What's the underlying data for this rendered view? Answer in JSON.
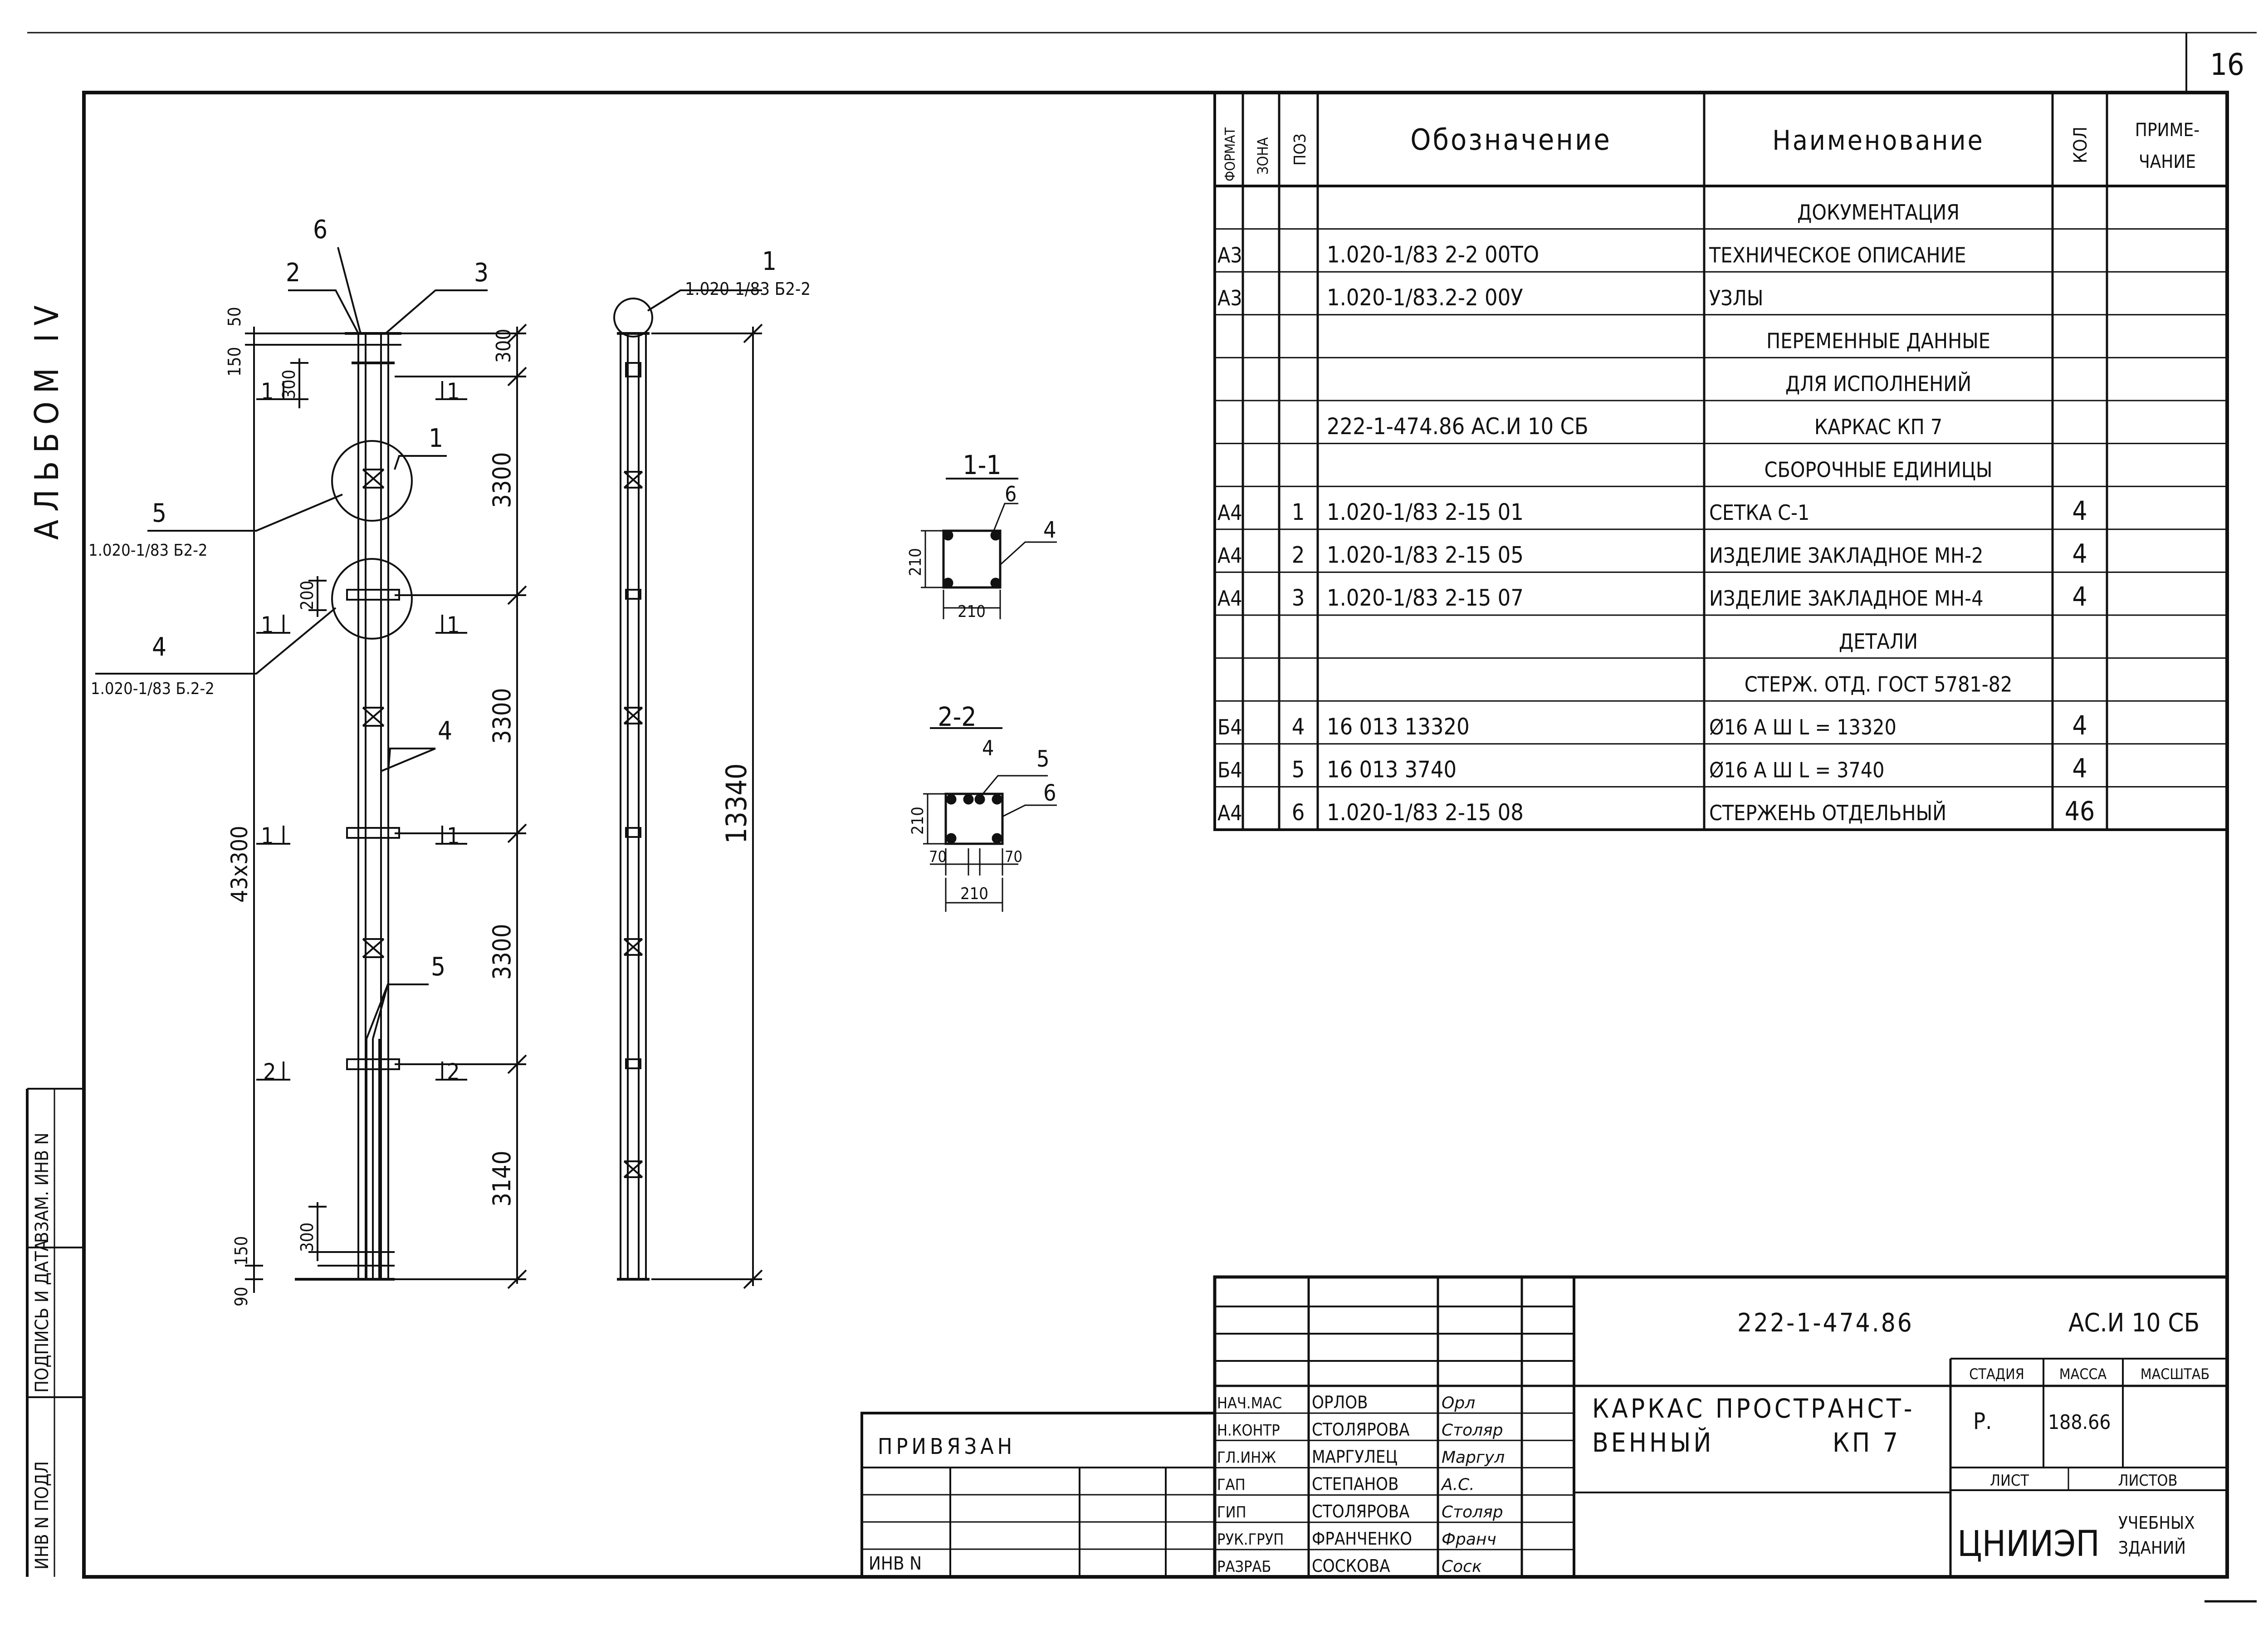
{
  "sheet": {
    "number": "16",
    "album": "АЛЬБОМ IV"
  },
  "spec": {
    "headers": {
      "format": "ФОРМАТ",
      "zone": "ЗОНА",
      "pos": "ПОЗ",
      "designation": "Обозначение",
      "name": "Наименование",
      "qty": "КОЛ",
      "note_1": "ПРИМЕ-",
      "note_2": "ЧАНИЕ"
    },
    "rows": [
      {
        "format": "",
        "pos": "",
        "designation": "",
        "name": "ДОКУМЕНТАЦИЯ",
        "qty": ""
      },
      {
        "format": "А3",
        "pos": "",
        "designation": "1.020-1/83  2-2  00ТО",
        "name": "ТЕХНИЧЕСКОЕ ОПИСАНИЕ",
        "qty": ""
      },
      {
        "format": "А3",
        "pos": "",
        "designation": "1.020-1/83.2-2     00У",
        "name": "УЗЛЫ",
        "qty": ""
      },
      {
        "format": "",
        "pos": "",
        "designation": "",
        "name": "ПЕРЕМЕННЫЕ ДАННЫЕ",
        "qty": ""
      },
      {
        "format": "",
        "pos": "",
        "designation": "",
        "name": "ДЛЯ ИСПОЛНЕНИЙ",
        "qty": ""
      },
      {
        "format": "",
        "pos": "",
        "designation": "222-1-474.86    АС.И 10 СБ",
        "name": "КАРКАС  КП 7",
        "qty": ""
      },
      {
        "format": "",
        "pos": "",
        "designation": "",
        "name": "СБОРОЧНЫЕ ЕДИНИЦЫ",
        "qty": ""
      },
      {
        "format": "А4",
        "pos": "1",
        "designation": "1.020-1/83  2-15  01",
        "name": "СЕТКА  С-1",
        "qty": "4"
      },
      {
        "format": "А4",
        "pos": "2",
        "designation": "1.020-1/83  2-15  05",
        "name": "ИЗДЕЛИЕ ЗАКЛАДНОЕ МН-2",
        "qty": "4"
      },
      {
        "format": "А4",
        "pos": "3",
        "designation": "1.020-1/83  2-15  07",
        "name": "ИЗДЕЛИЕ ЗАКЛАДНОЕ МН-4",
        "qty": "4"
      },
      {
        "format": "",
        "pos": "",
        "designation": "",
        "name": "ДЕТАЛИ",
        "qty": ""
      },
      {
        "format": "",
        "pos": "",
        "designation": "",
        "name": "СТЕРЖ. ОТД. ГОСТ 5781-82",
        "qty": ""
      },
      {
        "format": "Б4",
        "pos": "4",
        "designation": "16 013      13320",
        "name": "Ø16 А Ш      L = 13320",
        "qty": "4"
      },
      {
        "format": "Б4",
        "pos": "5",
        "designation": "16 013      3740",
        "name": "Ø16 А Ш      L = 3740",
        "qty": "4"
      },
      {
        "format": "А4",
        "pos": "6",
        "designation": "1.020-1/83  2-15  08",
        "name": "СТЕРЖЕНЬ ОТДЕЛЬНЫЙ",
        "qty": "46"
      }
    ]
  },
  "drawing": {
    "leader_labels": [
      "6",
      "2",
      "3",
      "1",
      "5",
      "4",
      "4",
      "5"
    ],
    "ref_bottom_1": "1.020-1/83 Б2-2",
    "ref_bottom_2": "1.020-1/83 Б.2-2",
    "ref_top": "1.020-1/83 Б2-2",
    "top_dims": [
      "150",
      "50"
    ],
    "dim_300_top": "300",
    "dim_200": "200",
    "dim_300_bottom": "300",
    "dim_43x300": "43х300",
    "dim_150_90": [
      "150",
      "90"
    ],
    "right_dims": [
      "300",
      "3300",
      "3300",
      "3300",
      "3140"
    ],
    "total_length": "13340",
    "section_marks": [
      "1",
      "1",
      "1",
      "1",
      "1",
      "1",
      "2",
      "2"
    ]
  },
  "sections": {
    "s1": {
      "title": "1-1",
      "bar": "6",
      "leader": "4",
      "width": "210",
      "height": "210"
    },
    "s2": {
      "title": "2-2",
      "top_left": "4",
      "leader_5": "5",
      "leader_6": "6",
      "height": "210",
      "gap_left": "70",
      "gap_right": "70",
      "width": "210"
    }
  },
  "title_block": {
    "code": "222-1-474.86",
    "doc_code": "АС.И 10 СБ",
    "title_line1": "КАРКАС  ПРОСТРАНСТ-",
    "title_line2": "ВЕННЫЙ",
    "title_mark": "КП 7",
    "stage_label": "СТАДИЯ",
    "mass_label": "МАССА",
    "scale_label": "МАСШТАБ",
    "stage": "Р.",
    "mass": "188.66",
    "sheet_label": "ЛИСТ",
    "sheets_label": "ЛИСТОВ",
    "org": "ЦНИИЭП",
    "org_sub1": "УЧЕБНЫХ",
    "org_sub2": "ЗДАНИЙ",
    "roles": [
      {
        "role": "НАЧ.МАС",
        "name": "ОРЛОВ",
        "sign": "Орл"
      },
      {
        "role": "Н.КОНТР",
        "name": "СТОЛЯРОВА",
        "sign": "Столяр"
      },
      {
        "role": "ГЛ.ИНЖ",
        "name": "МАРГУЛЕЦ",
        "sign": "Маргул"
      },
      {
        "role": "ГАП",
        "name": "СТЕПАНОВ",
        "sign": "А.С."
      },
      {
        "role": "ГИП",
        "name": "СТОЛЯРОВА",
        "sign": "Столяр"
      },
      {
        "role": "РУК.ГРУП",
        "name": "ФРАНЧЕНКО",
        "sign": "Франч"
      },
      {
        "role": "РАЗРАБ",
        "name": "СОСКОВА",
        "sign": "Соск"
      }
    ]
  },
  "privyazan": {
    "label": "ПРИВЯЗАН",
    "inv": "ИНВ   N"
  },
  "margin_strip": {
    "inv_podl": "ИНВ N ПОДЛ",
    "podpis_data": "ПОДПИСЬ И ДАТА",
    "vzam_inv": "ВЗАМ. ИНВ N"
  }
}
